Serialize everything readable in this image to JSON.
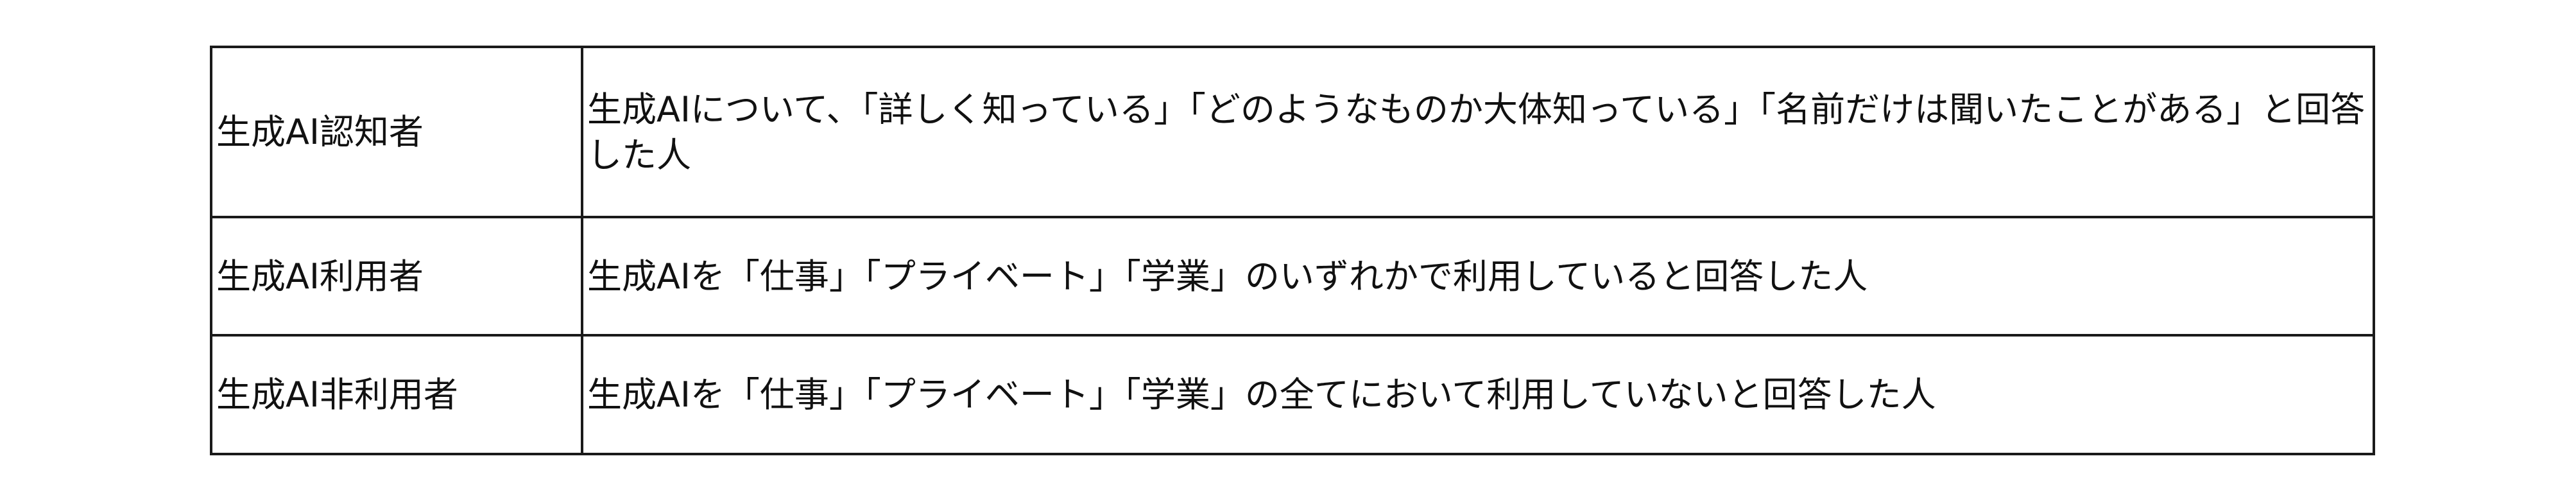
{
  "rows": [
    {
      "term": "生成AI認知者",
      "definition": "生成AIについて、「詳しく知っている」「どのようなものか大体知っている」「名前だけは聞いたことがある」と回答した人"
    },
    {
      "term": "生成AI利用者",
      "definition": "生成AIを「仕事」「プライベート」「学業」のいずれかで利用していると回答した人"
    },
    {
      "term": "生成AI非利用者",
      "definition": "生成AIを「仕事」「プライベート」「学業」の全てにおいて利用していないと回答した人"
    }
  ]
}
